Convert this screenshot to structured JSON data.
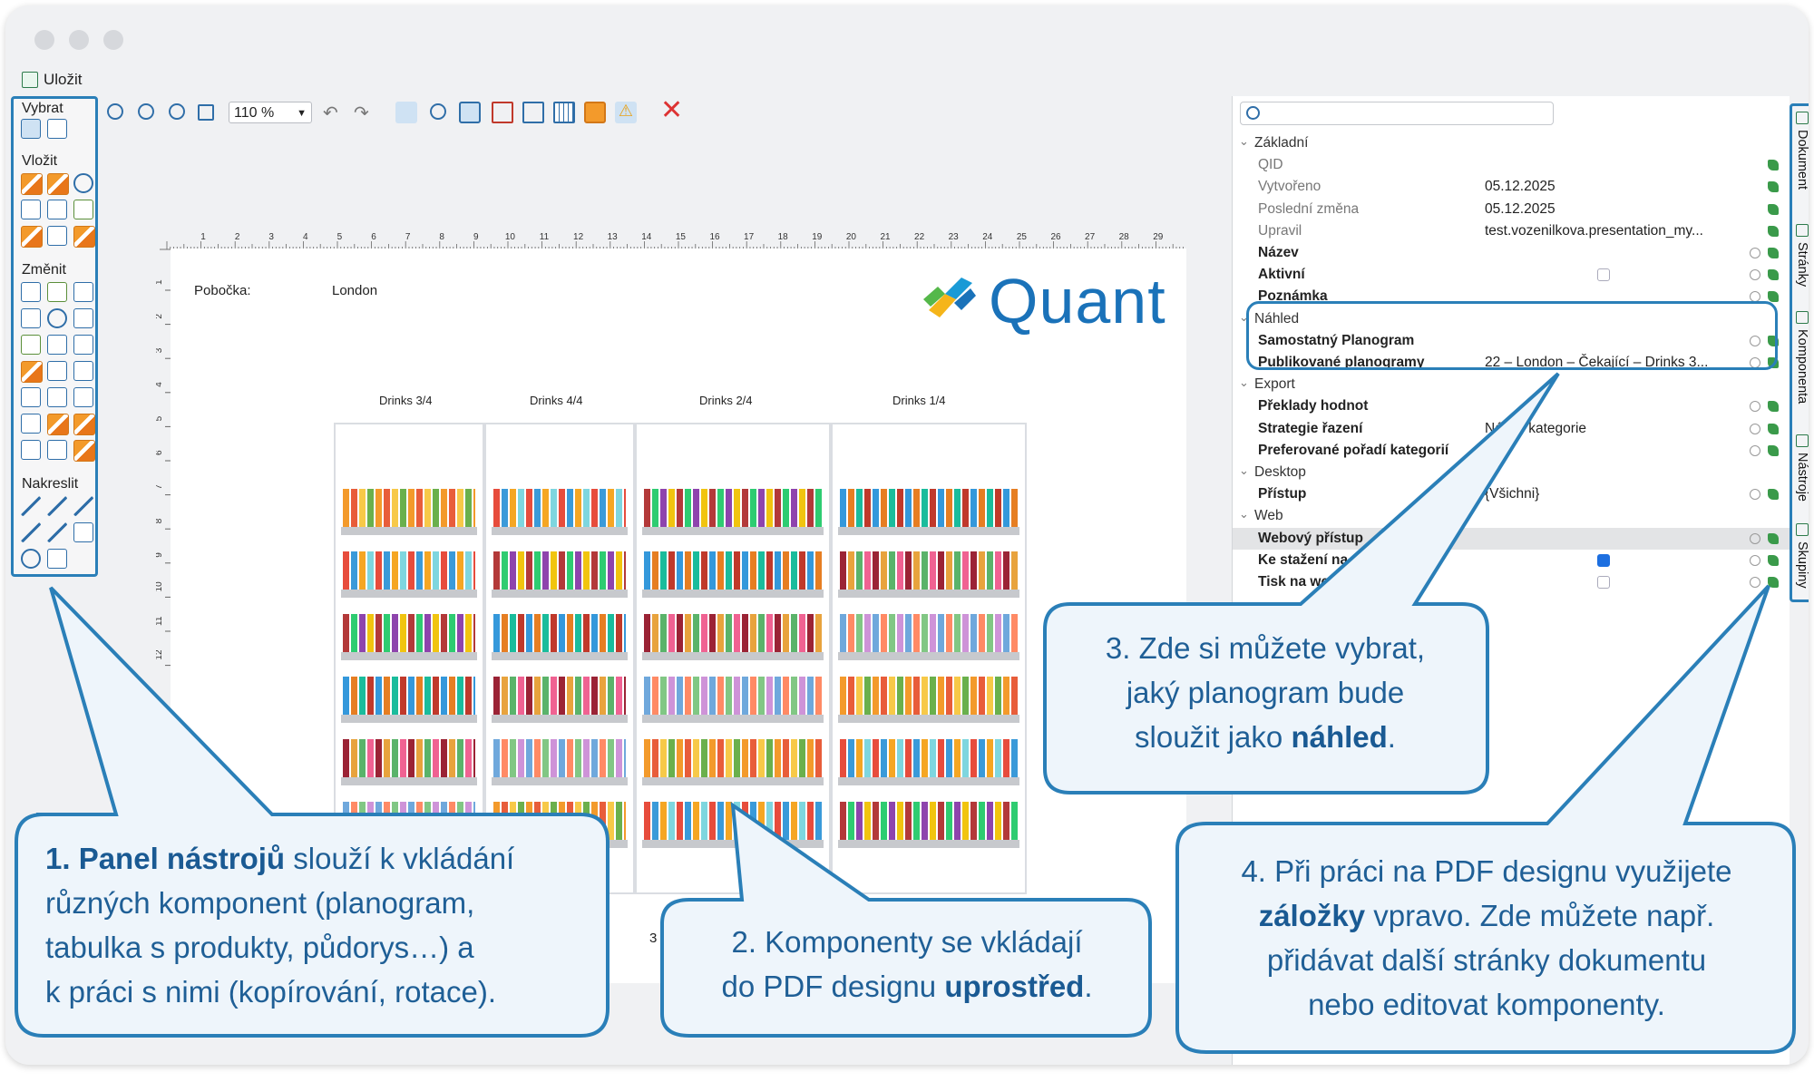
{
  "toolbar": {
    "save_label": "Uložit",
    "zoom_value": "110 %"
  },
  "tool_panel": {
    "sections": [
      "Vybrat",
      "Vložit",
      "Změnit",
      "Nakreslit"
    ]
  },
  "ruler": {
    "h": [
      "1",
      "2",
      "3",
      "4",
      "5",
      "6",
      "7",
      "8",
      "9",
      "10",
      "11",
      "12",
      "13",
      "14",
      "15",
      "16",
      "17",
      "18",
      "19",
      "20",
      "21",
      "22",
      "23",
      "24",
      "25",
      "26",
      "27",
      "28",
      "29"
    ],
    "v": [
      "1",
      "2",
      "3",
      "4",
      "5",
      "6",
      "7",
      "8",
      "9",
      "10",
      "11",
      "12"
    ]
  },
  "canvas": {
    "branch_label": "Pobočka:",
    "branch_value": "London",
    "logo_text": "Quant",
    "page_number": "3 /",
    "units": [
      {
        "label": "Drinks 3/4"
      },
      {
        "label": "Drinks 4/4"
      },
      {
        "label": "Drinks 2/4"
      },
      {
        "label": "Drinks 1/4"
      }
    ]
  },
  "properties": {
    "rows": [
      {
        "key": "Základní",
        "type": "category"
      },
      {
        "key": "QID",
        "type": "gray",
        "icons": 1
      },
      {
        "key": "Vytvořeno",
        "value": "05.12.2025",
        "type": "gray",
        "icons": 1
      },
      {
        "key": "Poslední změna",
        "value": "05.12.2025",
        "type": "gray",
        "icons": 1
      },
      {
        "key": "Upravil",
        "value": "test.vozenilkova.presentation_my...",
        "type": "gray",
        "icons": 1
      },
      {
        "key": "Název",
        "type": "bold",
        "icons": 2
      },
      {
        "key": "Aktivní",
        "type": "bold",
        "checkbox": false,
        "icons": 2
      },
      {
        "key": "Poznámka",
        "type": "bold",
        "icons": 2
      },
      {
        "key": "Náhled",
        "type": "category"
      },
      {
        "key": "Samostatný Planogram",
        "type": "bold",
        "icons": 2
      },
      {
        "key": "Publikované planogramy",
        "value": "22 – London – Čekající – Drinks 3...",
        "type": "bold",
        "icons": 2
      },
      {
        "key": "Export",
        "type": "category"
      },
      {
        "key": "Překlady hodnot",
        "type": "bold",
        "icons": 2
      },
      {
        "key": "Strategie řazení",
        "value": "Název kategorie",
        "type": "bold",
        "icons": 2
      },
      {
        "key": "Preferované pořadí kategorií",
        "value": "P",
        "type": "bold",
        "icons": 2
      },
      {
        "key": "Desktop",
        "type": "category"
      },
      {
        "key": "Přístup",
        "value": "{Všichni}",
        "type": "bold",
        "icons": 2
      },
      {
        "key": "Web",
        "type": "category"
      },
      {
        "key": "Webový přístup",
        "type": "bold",
        "selected": true,
        "icons": 2
      },
      {
        "key": "Ke stažení na",
        "type": "bold",
        "checkbox": true,
        "icons": 2
      },
      {
        "key": "Tisk na we",
        "type": "bold",
        "checkbox": false,
        "icons": 2
      }
    ]
  },
  "side_tabs": [
    "Dokument",
    "Stránky",
    "Komponenta",
    "Nástroje",
    "Skupiny"
  ],
  "callouts": {
    "c1": {
      "b1": "1. Panel nástrojů",
      "t1": " slouží k vkládání",
      "l2": "různých komponent (planogram,",
      "l3": "tabulka s produkty, půdorys…) a",
      "l4": "k práci s nimi (kopírování, rotace)."
    },
    "c2": {
      "l1": "2. Komponenty se vkládají",
      "t2": "do PDF designu ",
      "b2": "uprostřed",
      "e2": "."
    },
    "c3": {
      "l1": "3. Zde si můžete vybrat,",
      "l2": "jaký planogram bude",
      "t3": "sloužit jako ",
      "b3": "náhled",
      "e3": "."
    },
    "c4": {
      "l1": "4. Při práci na PDF designu využijete",
      "b2": "záložky",
      "t2": " vpravo. Zde můžete např.",
      "l3": "přidávat další stránky dokumentu",
      "l4": "nebo editovat komponenty."
    }
  },
  "colors": {
    "accent": "#2a7fb8",
    "callout_text": "#1f5f96",
    "logo": "#1a72b9"
  }
}
